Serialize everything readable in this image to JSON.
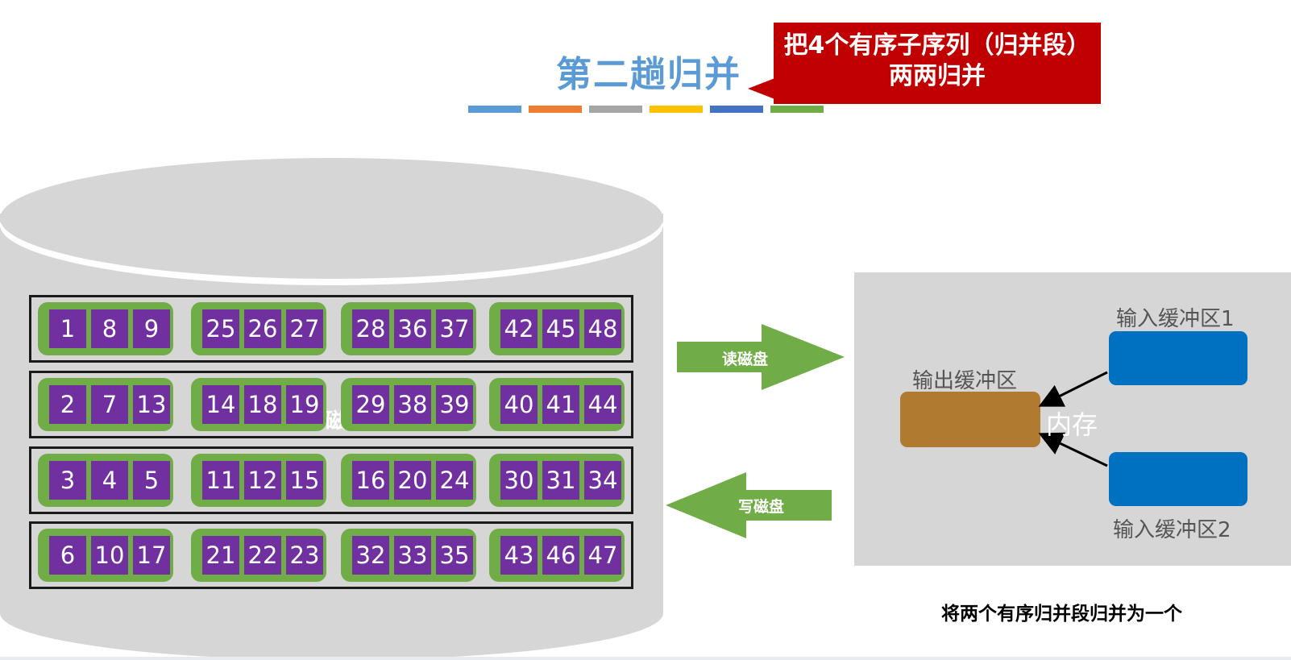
{
  "title": "第二趟归并",
  "callout": {
    "line1": "把4个有序子序列（归并段）",
    "line2": "两两归并"
  },
  "colors": {
    "title": "#5b9bd5",
    "callout": "#c00000",
    "segment": "#70ad47",
    "cell": "#7030a0",
    "disk": "#d6d6d6",
    "output_buffer": "#b07a30",
    "input_buffer": "#0070c0",
    "arrow": "#70ad47",
    "color_bar": [
      "#5b9bd5",
      "#ed7d31",
      "#a5a5a5",
      "#ffc000",
      "#4472c4",
      "#70ad47"
    ]
  },
  "disk": {
    "label": "磁",
    "rows": [
      [
        [
          1,
          8,
          9
        ],
        [
          25,
          26,
          27
        ],
        [
          28,
          36,
          37
        ],
        [
          42,
          45,
          48
        ]
      ],
      [
        [
          2,
          7,
          13
        ],
        [
          14,
          18,
          19
        ],
        [
          29,
          38,
          39
        ],
        [
          40,
          41,
          44
        ]
      ],
      [
        [
          3,
          4,
          5
        ],
        [
          11,
          12,
          15
        ],
        [
          16,
          20,
          24
        ],
        [
          30,
          31,
          34
        ]
      ],
      [
        [
          6,
          10,
          17
        ],
        [
          21,
          22,
          23
        ],
        [
          32,
          33,
          35
        ],
        [
          43,
          46,
          47
        ]
      ]
    ]
  },
  "arrows": {
    "read": "读磁盘",
    "write": "写磁盘"
  },
  "memory": {
    "label": "内存",
    "output_buffer": "输出缓冲区",
    "input_buffer_1": "输入缓冲区1",
    "input_buffer_2": "输入缓冲区2"
  },
  "caption": "将两个有序归并段归并为一个"
}
